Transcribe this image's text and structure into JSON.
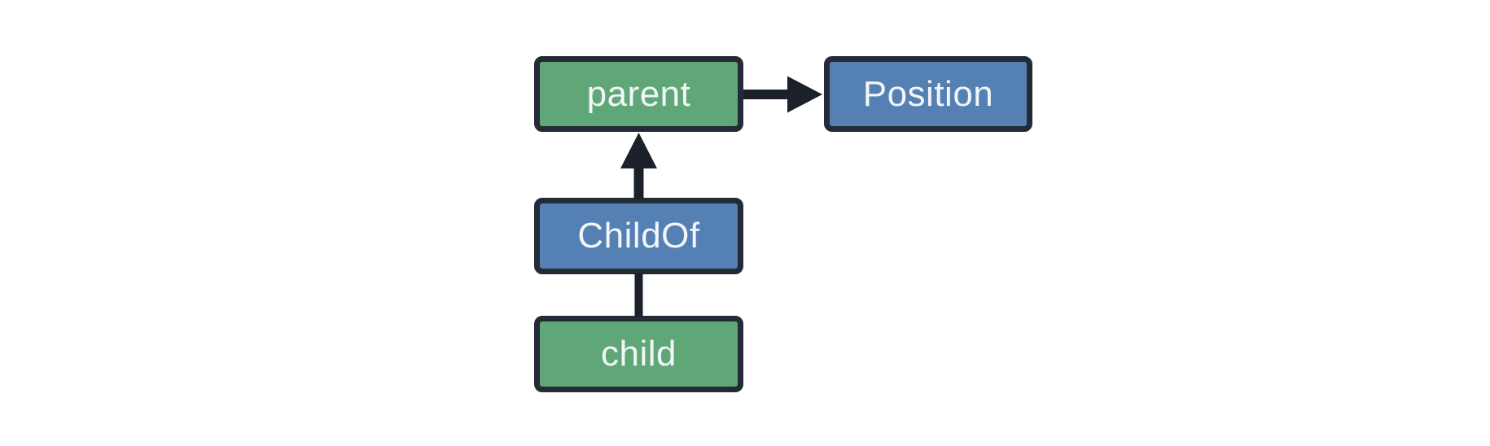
{
  "colors": {
    "background": "#ffffff",
    "entity-fill": "#60a777",
    "component-fill": "#5480b4",
    "node-border": "#242b36",
    "node-text": "#f2f5f9",
    "arrow": "#1b202a"
  },
  "diagram": {
    "nodes": {
      "parent": {
        "label": "parent",
        "kind": "entity"
      },
      "position": {
        "label": "Position",
        "kind": "component"
      },
      "childof": {
        "label": "ChildOf",
        "kind": "relationship"
      },
      "child": {
        "label": "child",
        "kind": "entity"
      }
    },
    "edges": [
      {
        "from": "parent",
        "to": "Position",
        "style": "arrow-right"
      },
      {
        "from": "ChildOf",
        "to": "parent",
        "style": "arrow-up"
      },
      {
        "from": "child",
        "to": "ChildOf",
        "style": "line"
      }
    ]
  }
}
